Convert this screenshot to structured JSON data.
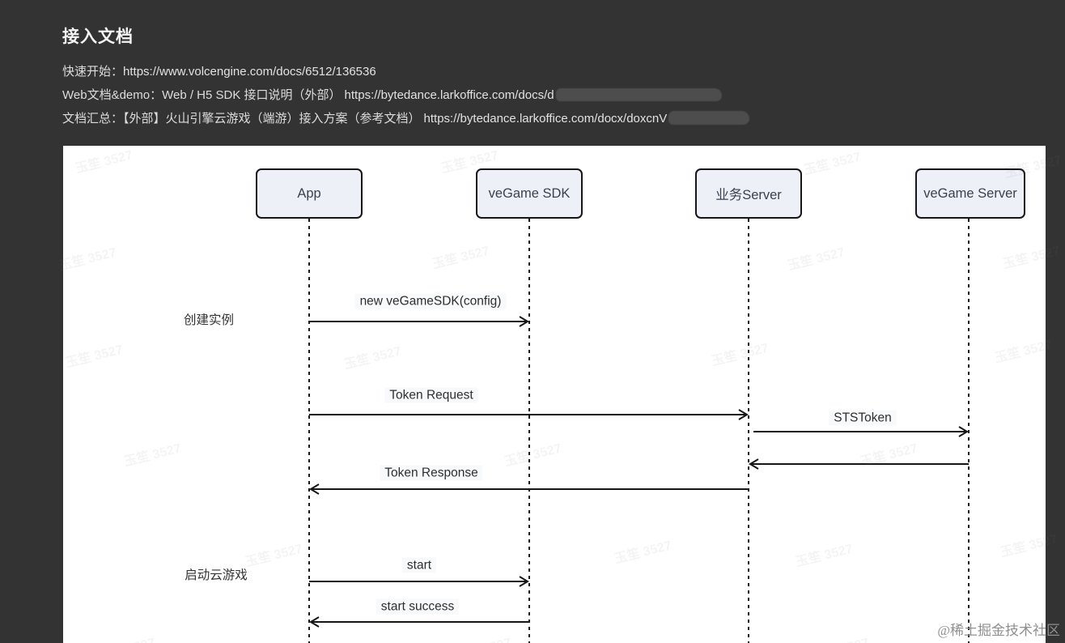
{
  "header": {
    "title": "接入文档",
    "lines": [
      {
        "label": "快速开始：",
        "text": "",
        "url": "https://www.volcengine.com/docs/6512/136536",
        "redacted": false
      },
      {
        "label": "Web文档&demo：",
        "text": "Web / H5 SDK 接口说明（外部）",
        "url": "https://bytedance.larkoffice.com/docs/d",
        "redacted": true
      },
      {
        "label": "文档汇总：",
        "text": "【外部】火山引擎云游戏（端游）接入方案（参考文档）",
        "url": "https://bytedance.larkoffice.com/docx/doxcnV",
        "redacted": true
      }
    ]
  },
  "diagram": {
    "type": "sequence",
    "participants": [
      {
        "name": "App"
      },
      {
        "name": "veGame SDK"
      },
      {
        "name": "业务Server"
      },
      {
        "name": "veGame Server"
      }
    ],
    "activities": [
      {
        "label": "创建实例"
      },
      {
        "label": "启动云游戏"
      }
    ],
    "messages": [
      {
        "label": "new veGameSDK(config)",
        "from": "App",
        "to": "veGame SDK"
      },
      {
        "label": "Token Request",
        "from": "App",
        "to": "业务Server"
      },
      {
        "label": "STSToken",
        "from": "业务Server",
        "to": "veGame Server"
      },
      {
        "label": "",
        "from": "veGame Server",
        "to": "业务Server"
      },
      {
        "label": "Token Response",
        "from": "业务Server",
        "to": "App"
      },
      {
        "label": "start",
        "from": "App",
        "to": "veGame SDK"
      },
      {
        "label": "start success",
        "from": "veGame SDK",
        "to": "App"
      }
    ]
  },
  "watermark": {
    "diagonal_text": "玉笙 3527",
    "site_credit": "@稀土掘金技术社区"
  },
  "colors": {
    "page_background": "#333333",
    "sheet_background": "#ffffff",
    "participant_fill": "#edf0f6",
    "line_stroke": "#161616",
    "header_text": "#dddddd",
    "redaction": "#4d4d4d"
  }
}
